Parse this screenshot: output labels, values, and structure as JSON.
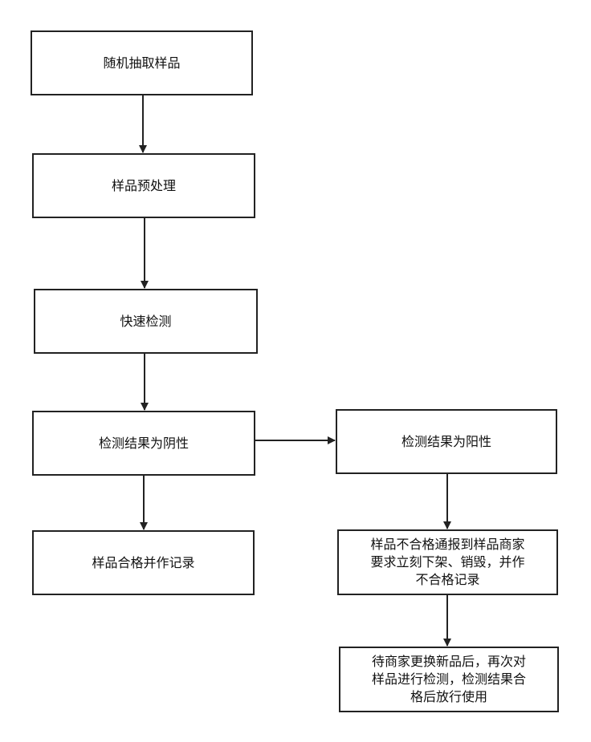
{
  "flowchart": {
    "nodes": [
      {
        "id": "sample",
        "label": "随机抽取样品"
      },
      {
        "id": "pre",
        "label": "样品预处理"
      },
      {
        "id": "test",
        "label": "快速检测"
      },
      {
        "id": "neg",
        "label": "检测结果为阴性"
      },
      {
        "id": "rec",
        "label": "样品合格并作记录"
      },
      {
        "id": "pos",
        "label": "检测结果为阳性"
      },
      {
        "id": "notify",
        "label": "样品不合格通报到样品商家\n要求立刻下架、销毁，并作\n不合格记录"
      },
      {
        "id": "retest",
        "label": "待商家更换新品后，再次对\n样品进行检测，检测结果合\n格后放行使用"
      }
    ],
    "edges": [
      {
        "from": "sample",
        "to": "pre"
      },
      {
        "from": "pre",
        "to": "test"
      },
      {
        "from": "test",
        "to": "neg"
      },
      {
        "from": "neg",
        "to": "rec"
      },
      {
        "from": "neg",
        "to": "pos"
      },
      {
        "from": "pos",
        "to": "notify"
      },
      {
        "from": "notify",
        "to": "retest"
      }
    ],
    "colors": {
      "stroke": "#222222",
      "text": "#111111",
      "background": "#ffffff"
    }
  }
}
